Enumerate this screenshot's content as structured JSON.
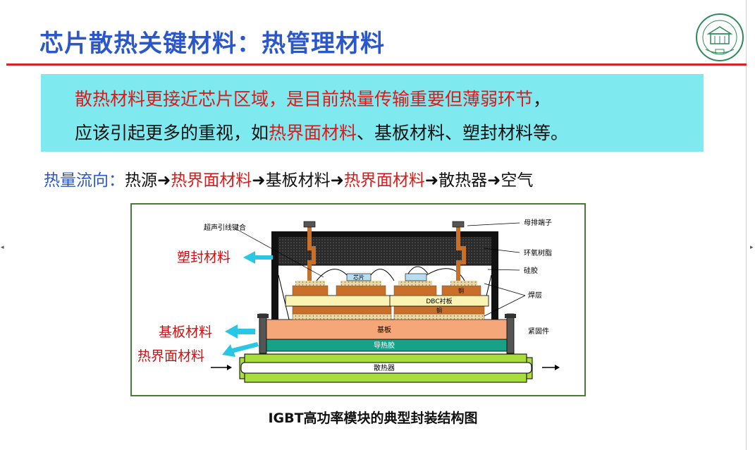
{
  "slide": {
    "title": "芯片散热关键材料：热管理材料",
    "callout": {
      "line1_part1": "散热材料更接近芯片区域，是目前热量传输重要但",
      "line1_highlight": "薄弱环节",
      "line1_part2": "，",
      "line2_part1": "应该引起更多的重视，如",
      "line2_highlight": "热界面材料",
      "line2_part2": "、基板材料、塑封材料等。"
    },
    "flow": {
      "lead": "热量流向：",
      "steps": [
        "热源",
        "热界面材料",
        "基板材料",
        "热界面材料",
        "散热器",
        "空气"
      ],
      "arrow": "➜"
    },
    "caption": "IGBT高功率模块的典型封装结构图"
  },
  "diagram": {
    "left_labels": {
      "molding": "塑封材料",
      "substrate": "基板材料",
      "tim": "热界面材料"
    },
    "right_labels": {
      "busbar": "母排端子",
      "epoxy": "环氧树脂",
      "silicone": "硅胶",
      "solder": "焊层",
      "fastener": "紧固件"
    },
    "top_label": "超声引线键合",
    "inner_labels": {
      "chip": "芯片",
      "copper_top": "铜",
      "dbc": "DBC衬板",
      "copper_bottom": "铜",
      "baseplate": "基板",
      "thermal_grease": "导热胶",
      "heatsink": "散热器"
    }
  },
  "colors": {
    "title_blue": "#2b57c8",
    "rule_red": "#dd2222",
    "callout_bg": "#7ee9ef",
    "highlight_red": "#d81b1b",
    "arrow_cyan": "#29c6e6",
    "epoxy_black": "#1a1a1a",
    "copper": "#c8702a",
    "dbc": "#fbf3b4",
    "baseplate": "#f6a77a",
    "tim_green": "#17a187",
    "heatsink_green": "#a8dd3d"
  },
  "icons": {
    "logo": "university-seal-icon",
    "nav_left": "triangle-left-icon",
    "nav_right": "triangle-right-icon"
  }
}
